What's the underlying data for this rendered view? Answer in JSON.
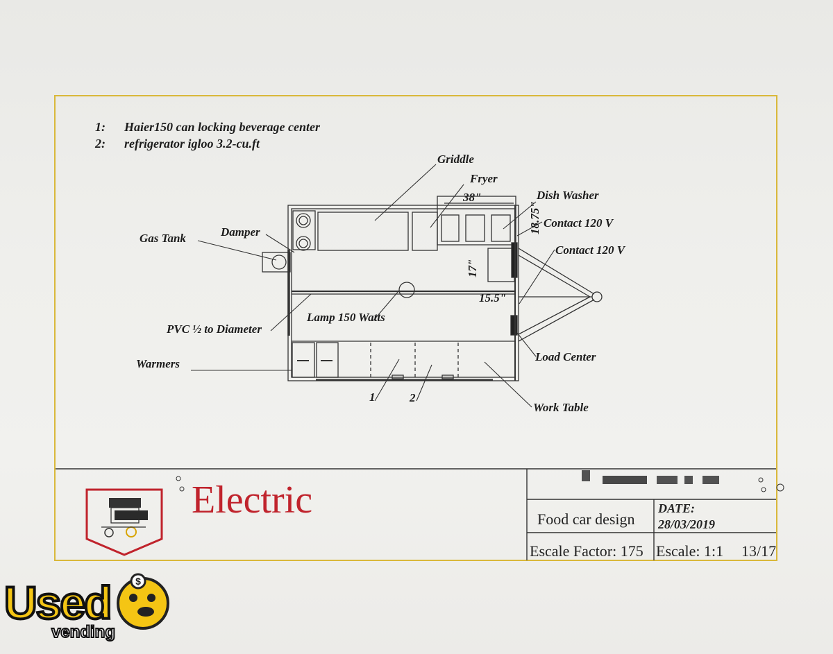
{
  "legend": [
    {
      "num": "1:",
      "text": "Haier150 can locking beverage center"
    },
    {
      "num": "2:",
      "text": "refrigerator igloo 3.2-cu.ft"
    }
  ],
  "labels": {
    "griddle": "Griddle",
    "fryer": "Fryer",
    "dim_38": "38\"",
    "dish_washer": "Dish Washer",
    "dim_18_75": "18.75\"",
    "contact_1": "Contact 120 V",
    "contact_2": "Contact 120 V",
    "gas_tank": "Gas Tank",
    "damper": "Damper",
    "dim_17": "17\"",
    "dim_15_5": "15.5\"",
    "pvc": "PVC ½ to Diameter",
    "lamp": "Lamp 150 Watts",
    "load_center": "Load Center",
    "warmers": "Warmers",
    "num_1": "1",
    "num_2": "2",
    "work_table": "Work Table"
  },
  "title_block": {
    "title": "Electric",
    "project": "Food car design",
    "date_label": "DATE:",
    "date_value": "28/03/2019",
    "scale_factor": "Escale Factor: 175",
    "scale": "Escale: 1:1",
    "sheet": "13/17"
  },
  "watermark": {
    "brand": "Used",
    "sub": "vending"
  },
  "colors": {
    "frame": "#d9b83a",
    "title": "#c0232c",
    "watermark_fill": "#f4c514"
  }
}
